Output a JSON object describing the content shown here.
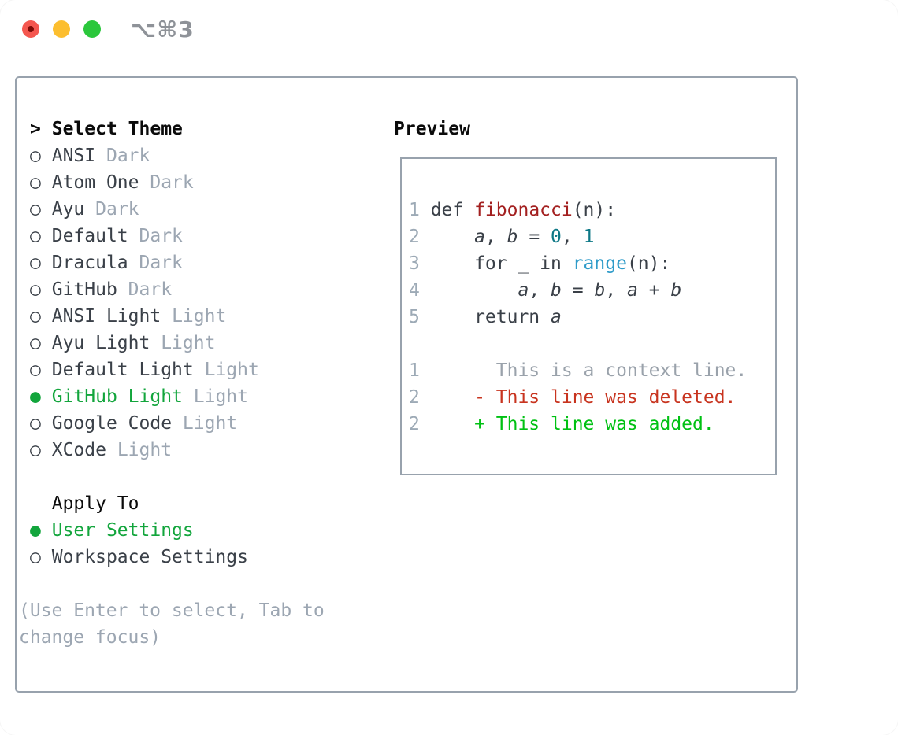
{
  "window": {
    "title": "⌥⌘3",
    "traffic_lights": [
      "close",
      "minimize",
      "zoom"
    ]
  },
  "glyphs": {
    "caret": ">",
    "radio_selected": "●",
    "radio_unselected": "○"
  },
  "theme_picker": {
    "heading": "Select Theme",
    "items": [
      {
        "name": "ANSI",
        "variant": "Dark",
        "selected": false
      },
      {
        "name": "Atom One",
        "variant": "Dark",
        "selected": false
      },
      {
        "name": "Ayu",
        "variant": "Dark",
        "selected": false
      },
      {
        "name": "Default",
        "variant": "Dark",
        "selected": false
      },
      {
        "name": "Dracula",
        "variant": "Dark",
        "selected": false
      },
      {
        "name": "GitHub",
        "variant": "Dark",
        "selected": false
      },
      {
        "name": "ANSI Light",
        "variant": "Light",
        "selected": false
      },
      {
        "name": "Ayu Light",
        "variant": "Light",
        "selected": false
      },
      {
        "name": "Default Light",
        "variant": "Light",
        "selected": false
      },
      {
        "name": "GitHub Light",
        "variant": "Light",
        "selected": true
      },
      {
        "name": "Google Code",
        "variant": "Light",
        "selected": false
      },
      {
        "name": "XCode",
        "variant": "Light",
        "selected": false
      }
    ],
    "apply_to": {
      "heading": "Apply To",
      "options": [
        {
          "name": "User Settings",
          "selected": true
        },
        {
          "name": "Workspace Settings",
          "selected": false
        }
      ]
    },
    "hint_lines": [
      "(Use Enter to select, Tab to",
      "change focus)"
    ]
  },
  "preview": {
    "heading": "Preview",
    "code_lines": [
      {
        "num": "1",
        "tokens": [
          {
            "t": "def ",
            "c": "fg"
          },
          {
            "t": "fibonacci",
            "c": "func"
          },
          {
            "t": "(n):",
            "c": "fg"
          }
        ]
      },
      {
        "num": "2",
        "tokens": [
          {
            "t": "    ",
            "c": "fg"
          },
          {
            "t": "a",
            "c": "var"
          },
          {
            "t": ", ",
            "c": "fg"
          },
          {
            "t": "b",
            "c": "var"
          },
          {
            "t": " = ",
            "c": "fg"
          },
          {
            "t": "0",
            "c": "num"
          },
          {
            "t": ", ",
            "c": "fg"
          },
          {
            "t": "1",
            "c": "num"
          }
        ]
      },
      {
        "num": "3",
        "tokens": [
          {
            "t": "    for _ in ",
            "c": "fg"
          },
          {
            "t": "range",
            "c": "call"
          },
          {
            "t": "(n):",
            "c": "fg"
          }
        ]
      },
      {
        "num": "4",
        "tokens": [
          {
            "t": "        ",
            "c": "fg"
          },
          {
            "t": "a",
            "c": "var"
          },
          {
            "t": ", ",
            "c": "fg"
          },
          {
            "t": "b",
            "c": "var"
          },
          {
            "t": " = ",
            "c": "fg"
          },
          {
            "t": "b",
            "c": "var"
          },
          {
            "t": ", ",
            "c": "fg"
          },
          {
            "t": "a",
            "c": "var"
          },
          {
            "t": " + ",
            "c": "fg"
          },
          {
            "t": "b",
            "c": "var"
          }
        ]
      },
      {
        "num": "5",
        "tokens": [
          {
            "t": "    return ",
            "c": "fg"
          },
          {
            "t": "a",
            "c": "var"
          }
        ]
      },
      {
        "num": "",
        "tokens": []
      },
      {
        "num": "1",
        "tokens": [
          {
            "t": "      This is a context line.",
            "c": "ctx"
          }
        ]
      },
      {
        "num": "2",
        "tokens": [
          {
            "t": "    - This line was deleted.",
            "c": "del"
          }
        ]
      },
      {
        "num": "2",
        "tokens": [
          {
            "t": "    + This line was added.",
            "c": "add"
          }
        ]
      }
    ]
  },
  "colors": {
    "panel-border": "#98a2ad",
    "fg": "#3a4048",
    "heading": "#0b0b0b",
    "muted": "#9ca6b2",
    "context": "#9aa2ab",
    "linenum": "#9daab6",
    "green": "#12a53c",
    "added": "#00c113",
    "deleted": "#c8341f",
    "func": "#a32020",
    "num": "#0e7886",
    "call": "#2e9bc9",
    "title": "#8e9298",
    "light-red": "#f4574f",
    "light-red-dot": "#7d0b06",
    "light-yellow": "#fcbe2f",
    "light-green": "#2bc73c"
  }
}
